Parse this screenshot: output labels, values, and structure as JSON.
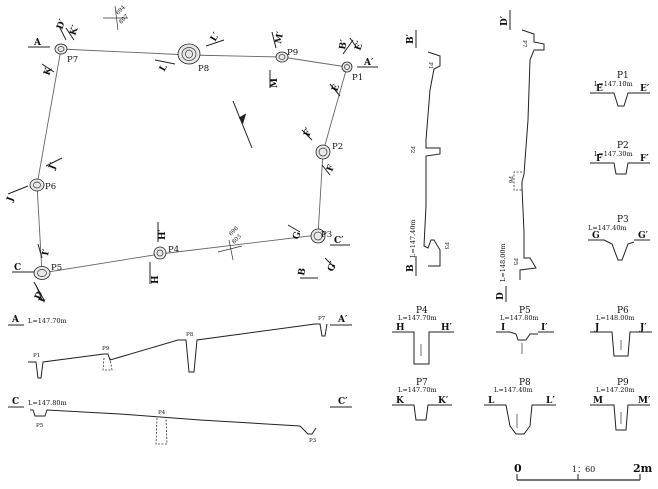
{
  "plan": {
    "posts": [
      {
        "id": "P1",
        "label": "P1"
      },
      {
        "id": "P2",
        "label": "P2"
      },
      {
        "id": "P3",
        "label": "P3"
      },
      {
        "id": "P4",
        "label": "P4"
      },
      {
        "id": "P5",
        "label": "P5"
      },
      {
        "id": "P6",
        "label": "P6"
      },
      {
        "id": "P7",
        "label": "P7"
      },
      {
        "id": "P8",
        "label": "P8"
      },
      {
        "id": "P9",
        "label": "P9"
      }
    ],
    "section_marks": {
      "A": "A",
      "A_prime": "A′",
      "B": "B",
      "B_prime": "B′",
      "C": "C",
      "C_prime": "C′",
      "D": "D",
      "D_prime": "D′",
      "E": "E",
      "E_prime": "E′",
      "F": "F",
      "F_prime": "F′",
      "G": "G",
      "G_prime": "G′",
      "H": "H",
      "H_prime": "H′",
      "I": "I",
      "I_prime": "I′",
      "J": "J",
      "J_prime": "J′",
      "K": "K",
      "K_prime": "K′",
      "L": "L",
      "L_prime": "L′",
      "M": "M",
      "M_prime": "M′"
    },
    "ref_point_top": {
      "numerator": "694",
      "denominator": "807"
    },
    "ref_point_bottom": {
      "numerator": "696",
      "denominator": "803"
    }
  },
  "sections": {
    "AA": {
      "start": "A",
      "end": "A′",
      "level": "L=147.70m",
      "posts": [
        "P1",
        "P9",
        "P8",
        "P7"
      ]
    },
    "CC": {
      "start": "C",
      "end": "C′",
      "level": "L=147.80m",
      "posts": [
        "P5",
        "P4",
        "P3"
      ]
    },
    "BB": {
      "start": "B",
      "end": "B′",
      "level": "L=147.40m",
      "posts": [
        "P1",
        "P2",
        "P3"
      ]
    },
    "DD": {
      "start": "D",
      "end": "D′",
      "level": "L=148.00m",
      "posts": [
        "P7",
        "P6",
        "P5"
      ]
    }
  },
  "post_profiles": [
    {
      "post": "P1",
      "start": "E",
      "end": "E′",
      "level": "L=147.10m"
    },
    {
      "post": "P2",
      "start": "F",
      "end": "F′",
      "level": "L=147.30m"
    },
    {
      "post": "P3",
      "start": "G",
      "end": "G′",
      "level": "L=147.40m"
    },
    {
      "post": "P4",
      "start": "H",
      "end": "H′",
      "level": "L=147.70m"
    },
    {
      "post": "P5",
      "start": "I",
      "end": "I′",
      "level": "L=147.80m"
    },
    {
      "post": "P6",
      "start": "J",
      "end": "J′",
      "level": "L=148.00m"
    },
    {
      "post": "P7",
      "start": "K",
      "end": "K′",
      "level": "L=147.70m"
    },
    {
      "post": "P8",
      "start": "L",
      "end": "L′",
      "level": "L=147.40m"
    },
    {
      "post": "P9",
      "start": "M",
      "end": "M′",
      "level": "L=147.20m"
    }
  ],
  "scale": {
    "zero": "0",
    "ratio": "1：60",
    "end": "2m"
  }
}
